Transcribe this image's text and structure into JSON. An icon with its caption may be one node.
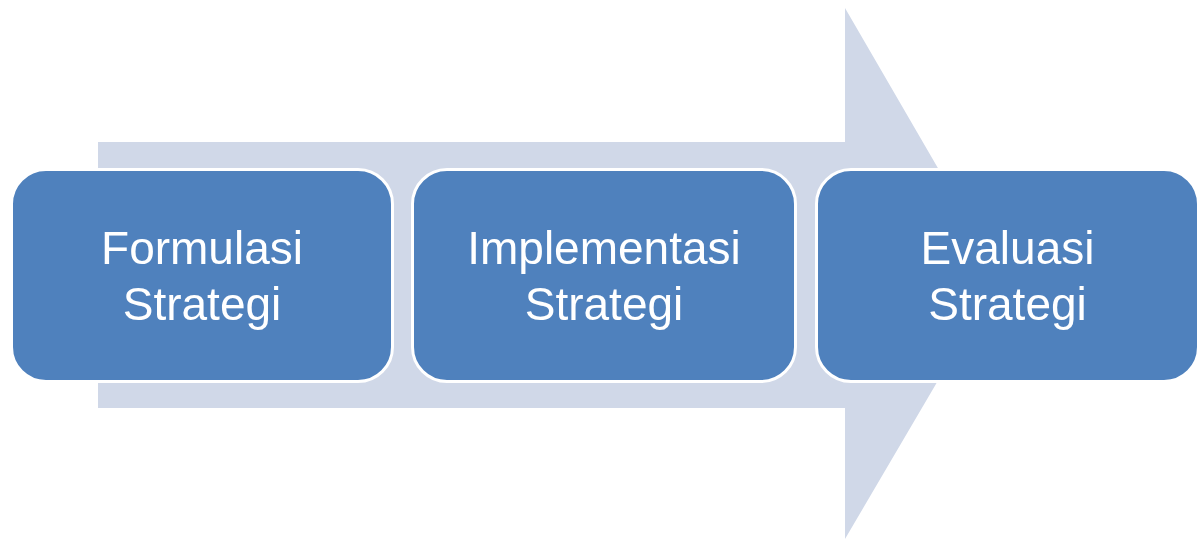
{
  "diagram": {
    "nodes": [
      {
        "text": [
          "Formulasi Strategi"
        ]
      },
      {
        "text": [
          "Implementasi Strategi"
        ]
      },
      {
        "text": [
          "Evaluasi Strategi"
        ]
      }
    ],
    "edges": [
      {
        "from": 0,
        "to": 2,
        "arrow": "to"
      }
    ]
  }
}
